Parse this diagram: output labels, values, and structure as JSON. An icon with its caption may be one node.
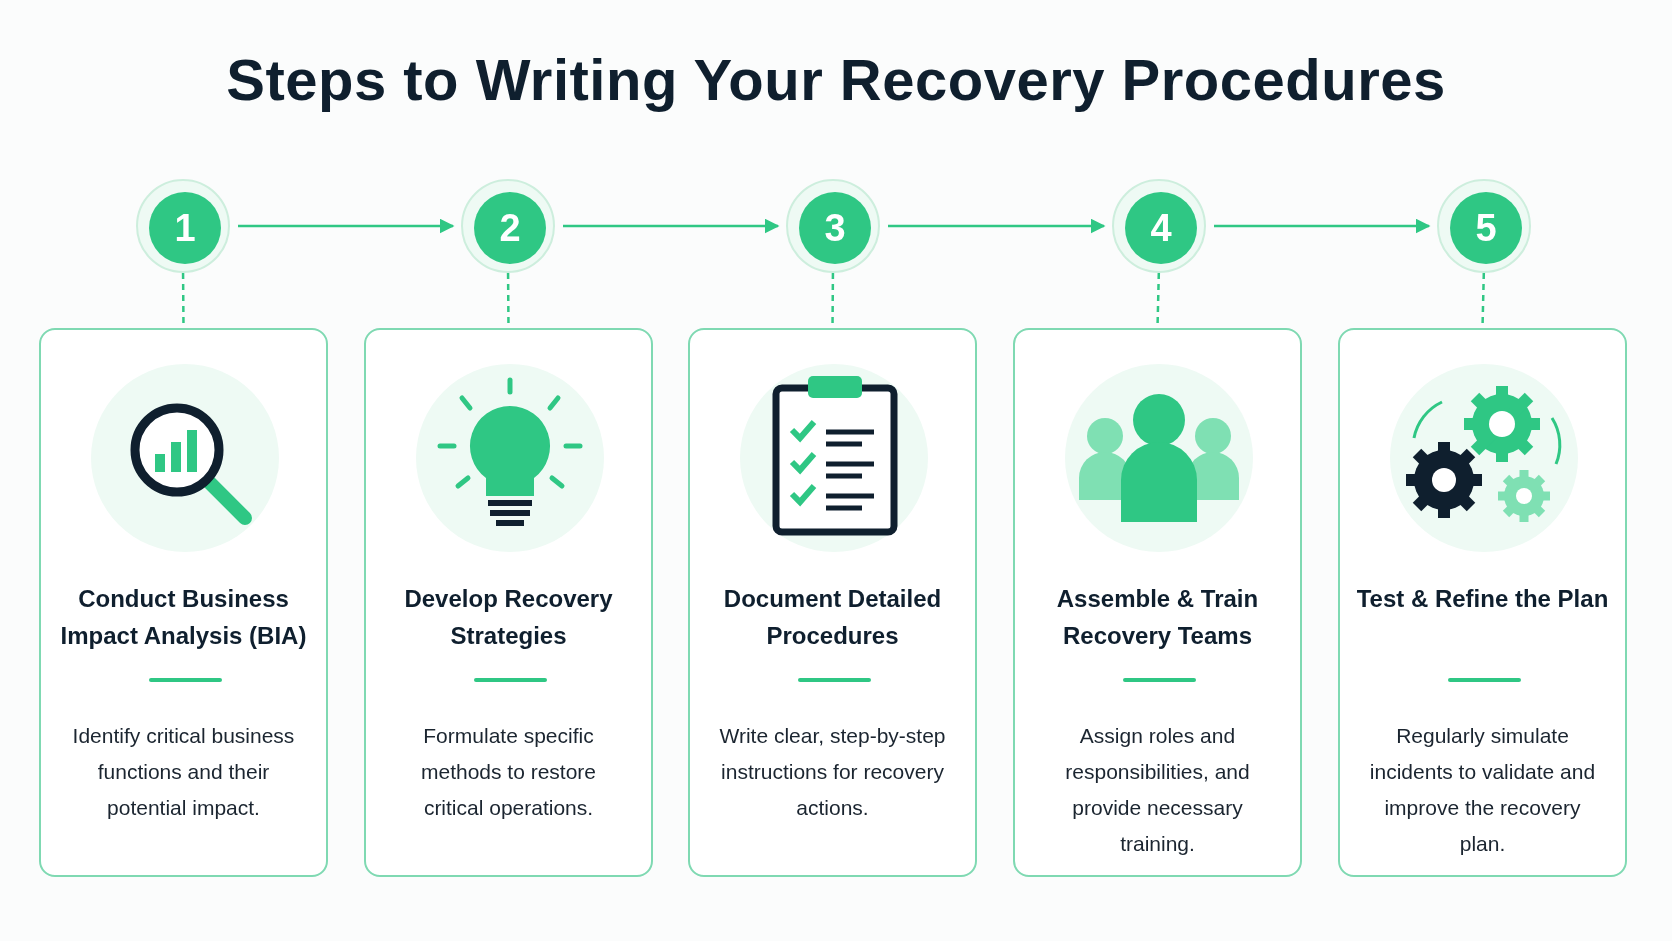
{
  "diagram": {
    "title": "Steps to Writing Your Recovery Procedures",
    "nodes": [
      {
        "text": [
          "1"
        ]
      },
      {
        "text": [
          "2"
        ]
      },
      {
        "text": [
          "3"
        ]
      },
      {
        "text": [
          "4"
        ]
      },
      {
        "text": [
          "5"
        ]
      },
      {
        "text": [
          "Conduct Business Impact Analysis (BIA)",
          "Identify critical business functions and their potential impact."
        ]
      },
      {
        "text": [
          "Develop Recovery Strategies",
          "Formulate specific methods to restore critical operations."
        ]
      },
      {
        "text": [
          "Document Detailed Procedures",
          "Write clear, step-by-step instructions for recovery actions."
        ]
      },
      {
        "text": [
          "Assemble & Train Recovery Teams",
          "Assign roles and responsibilities, and provide necessary training."
        ]
      },
      {
        "text": [
          "Test & Refine the Plan",
          "Regularly simulate incidents to validate and improve the recovery plan."
        ]
      }
    ],
    "edges": [
      {
        "from": 0,
        "to": 1,
        "arrow": "to"
      },
      {
        "from": 1,
        "to": 2,
        "arrow": "to"
      },
      {
        "from": 2,
        "to": 3,
        "arrow": "to"
      },
      {
        "from": 3,
        "to": 4,
        "arrow": "to"
      },
      {
        "from": 0,
        "to": 5,
        "arrow": "none",
        "style": "dashed"
      },
      {
        "from": 1,
        "to": 6,
        "arrow": "none",
        "style": "dashed"
      },
      {
        "from": 2,
        "to": 7,
        "arrow": "none",
        "style": "dashed"
      },
      {
        "from": 3,
        "to": 8,
        "arrow": "none",
        "style": "dashed"
      },
      {
        "from": 4,
        "to": 9,
        "arrow": "none",
        "style": "dashed"
      }
    ]
  }
}
